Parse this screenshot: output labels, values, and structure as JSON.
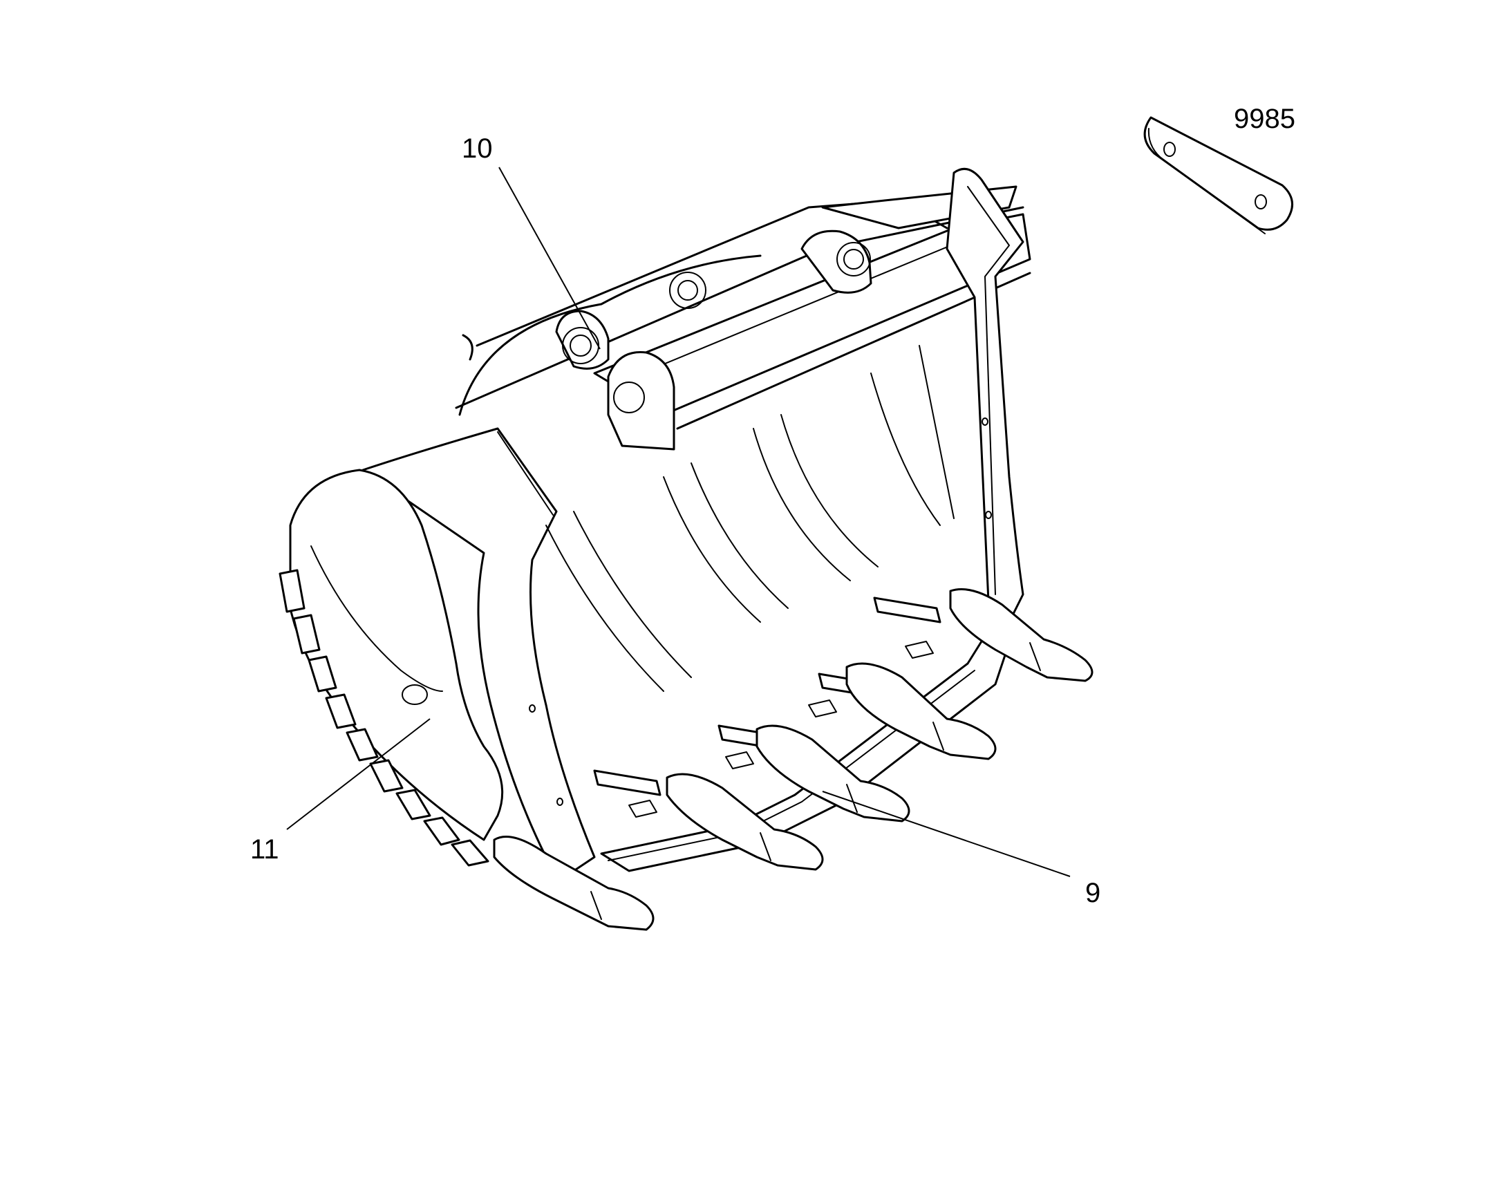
{
  "diagram": {
    "callouts": [
      {
        "id": "c10",
        "label": "10"
      },
      {
        "id": "c11",
        "label": "11"
      },
      {
        "id": "c9",
        "label": "9"
      },
      {
        "id": "c9985",
        "label": "9985"
      }
    ]
  }
}
